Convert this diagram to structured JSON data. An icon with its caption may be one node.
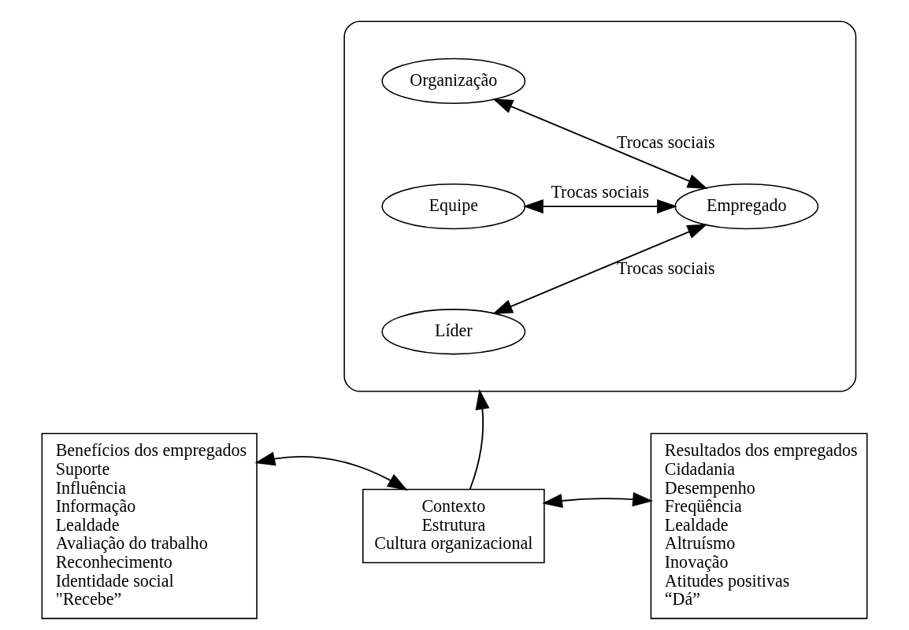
{
  "diagram": {
    "nodes": [
      {
        "text": [],
        "shape": "box"
      },
      {
        "text": [
          "Organização"
        ],
        "in": 0
      },
      {
        "text": [
          "Equipe"
        ],
        "in": 0
      },
      {
        "text": [
          "Líder"
        ],
        "in": 0
      },
      {
        "text": [
          "Empregado"
        ],
        "in": 0
      },
      {
        "text": [
          "Benefícios dos empregados",
          "Suporte",
          "Influência",
          "Informação",
          "Lealdade",
          "Avaliação do trabalho",
          "Reconhecimento",
          "Identidade social",
          "\"Recebe”"
        ]
      },
      {
        "text": [
          "Contexto",
          "Estrutura",
          "Cultura organizacional"
        ]
      },
      {
        "text": [
          "Resultados dos empregados",
          "Cidadania",
          "Desempenho",
          "Freqüência",
          "Lealdade",
          "Altruísmo",
          "Inovação",
          "Atitudes positivas",
          "“Dá”"
        ]
      }
    ],
    "edges": [
      {
        "from": 1,
        "to": 4,
        "arrow": "both",
        "label": "Trocas sociais"
      },
      {
        "from": 2,
        "to": 4,
        "arrow": "both",
        "label": "Trocas sociais"
      },
      {
        "from": 3,
        "to": 4,
        "arrow": "both",
        "label": "Trocas sociais"
      },
      {
        "from": 6,
        "to": 5,
        "arrow": "both"
      },
      {
        "from": 6,
        "to": 7,
        "arrow": "both"
      },
      {
        "from": 6,
        "to": 0,
        "arrow": "to"
      }
    ]
  }
}
